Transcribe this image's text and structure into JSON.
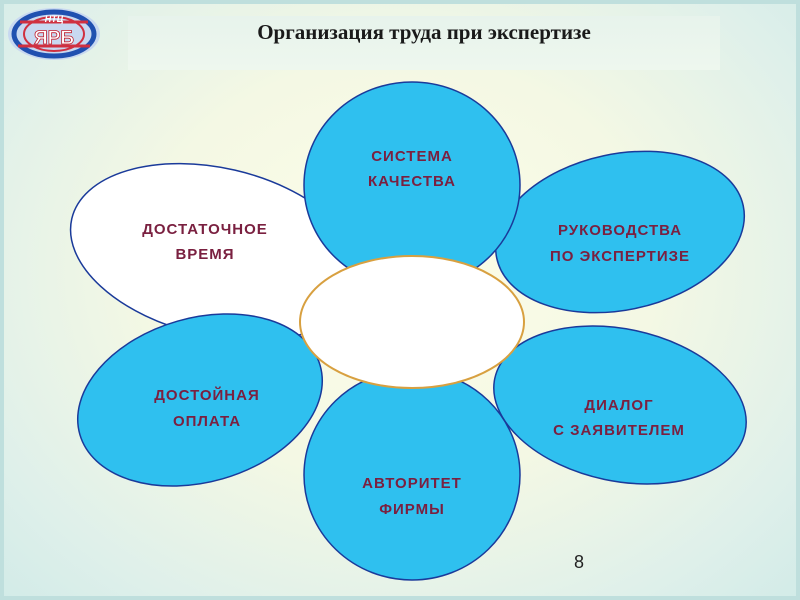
{
  "title": "Организация труда при экспертизе",
  "logo": {
    "small_text": "НТЦ",
    "big_text": "ЯРБ"
  },
  "petals": [
    {
      "id": "time",
      "line1": "ДОСТАТОЧНОЕ",
      "line2": "ВРЕМЯ"
    },
    {
      "id": "quality",
      "line1": "СИСТЕМА",
      "line2": "КАЧЕСТВА"
    },
    {
      "id": "guides",
      "line1": "РУКОВОДСТВА",
      "line2": "ПО ЭКСПЕРТИЗЕ"
    },
    {
      "id": "dialog",
      "line1": "ДИАЛОГ",
      "line2": "С ЗАЯВИТЕЛЕМ"
    },
    {
      "id": "reputation",
      "line1": "АВТОРИТЕТ",
      "line2": "ФИРМЫ"
    },
    {
      "id": "pay",
      "line1": "ДОСТОЙНАЯ",
      "line2": "ОПЛАТА"
    }
  ],
  "center_text": "",
  "page_number": "8",
  "colors": {
    "petal_fill": "#2fc0ef",
    "petal_white": "#ffffff",
    "text": "#7a2040",
    "outline": "#1a3a9a",
    "center_outline": "#d8a040"
  }
}
